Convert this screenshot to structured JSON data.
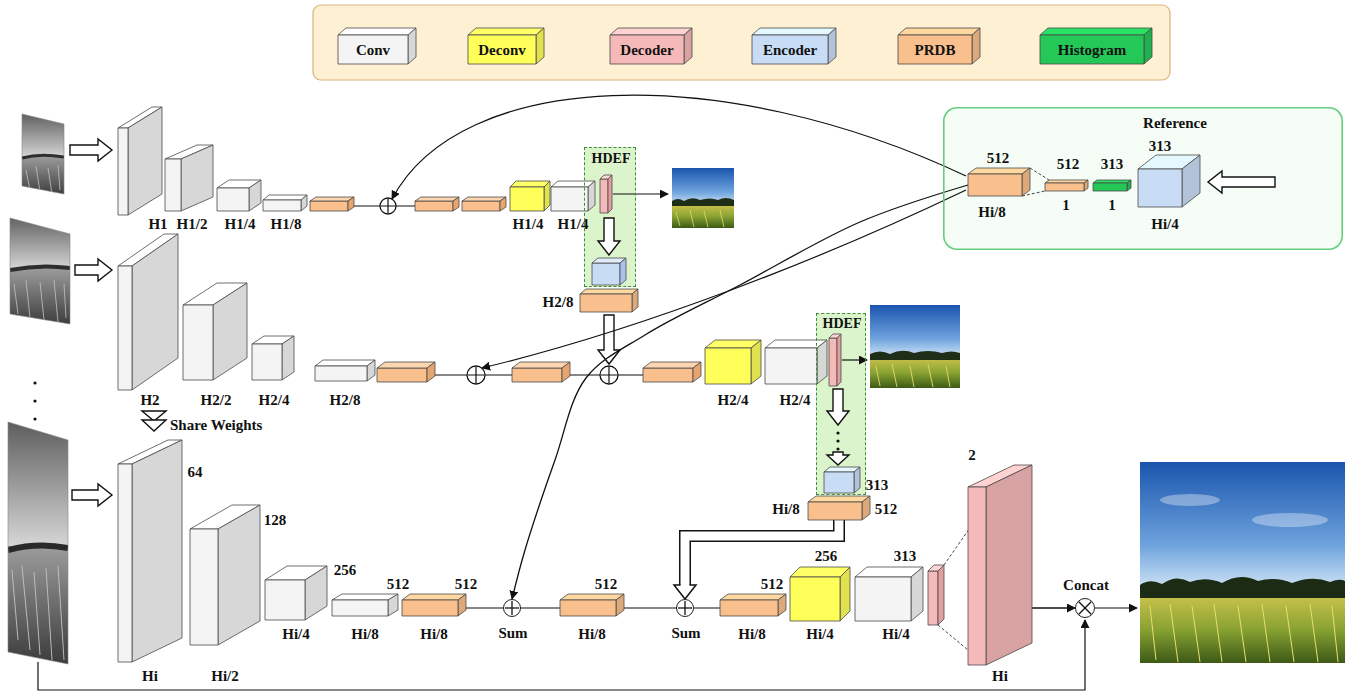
{
  "diagram": {
    "nodes": [
      {
        "text": [
          "H1"
        ]
      },
      {
        "text": [
          "H1/2"
        ]
      },
      {
        "text": [
          "H1/4"
        ]
      },
      {
        "text": [
          "H1/8"
        ]
      },
      {
        "text": [
          "H1/4"
        ]
      },
      {
        "text": [
          "H1/4"
        ]
      },
      {
        "text": [
          "HDEF"
        ]
      },
      {
        "text": [
          "Reference"
        ]
      },
      {
        "text": [
          "512",
          "Hi/8"
        ],
        "in": 7
      },
      {
        "text": [
          "512",
          "1"
        ],
        "in": 7
      },
      {
        "text": [
          "313",
          "1"
        ],
        "in": 7
      },
      {
        "text": [
          "313",
          "Hi/4"
        ],
        "in": 7
      },
      {
        "text": [
          "H2/8"
        ]
      },
      {
        "text": [
          "H2"
        ]
      },
      {
        "text": [
          "H2/2"
        ]
      },
      {
        "text": [
          "H2/4"
        ]
      },
      {
        "text": [
          "H2/8"
        ]
      },
      {
        "text": [
          "H2/4"
        ]
      },
      {
        "text": [
          "H2/4"
        ]
      },
      {
        "text": [
          "HDEF"
        ]
      },
      {
        "text": [
          "313"
        ],
        "in": 19
      },
      {
        "text": [
          "Hi/8",
          "512"
        ]
      },
      {
        "text": [
          "64",
          "Hi"
        ]
      },
      {
        "text": [
          "128",
          "Hi/2"
        ]
      },
      {
        "text": [
          "256",
          "Hi/4"
        ]
      },
      {
        "text": [
          "512",
          "Hi/8"
        ]
      },
      {
        "text": [
          "512",
          "Hi/8"
        ]
      },
      {
        "text": [
          "Sum"
        ]
      },
      {
        "text": [
          "512",
          "Hi/8"
        ]
      },
      {
        "text": [
          "Sum"
        ]
      },
      {
        "text": [
          "512",
          "Hi/8"
        ]
      },
      {
        "text": [
          "256",
          "Hi/4"
        ]
      },
      {
        "text": [
          "313",
          "Hi/4"
        ]
      },
      {
        "text": [
          "2",
          "Hi"
        ]
      },
      {
        "text": [
          "Concat"
        ]
      }
    ],
    "edges": [
      {
        "from": 8,
        "to": 27,
        "arrow": "to"
      },
      {
        "from": 21,
        "to": 29,
        "arrow": "to"
      },
      {
        "from": 33,
        "to": 34,
        "arrow": "to"
      }
    ],
    "labels": [
      "Share Weights"
    ],
    "legend": [
      {
        "text": "Conv",
        "color": "#f4f4f4"
      },
      {
        "text": "Deconv",
        "color": "#ffff5a"
      },
      {
        "text": "Decoder",
        "color": "#f6b9b9"
      },
      {
        "text": "Encoder",
        "color": "#c9dcf6"
      },
      {
        "text": "PRDB",
        "color": "#f9bf8c"
      },
      {
        "text": "Histogram",
        "color": "#23c857"
      }
    ]
  }
}
